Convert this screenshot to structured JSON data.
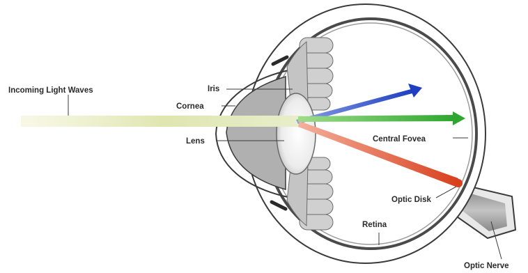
{
  "labels": {
    "incoming_light": "Incoming Light Waves",
    "iris": "Iris",
    "cornea": "Cornea",
    "lens": "Lens",
    "central_fovea": "Central Fovea",
    "optic_disk": "Optic Disk",
    "retina": "Retina",
    "optic_nerve": "Optic Nerve"
  },
  "colors": {
    "light_beam": "#dfe6b0",
    "ray_blue": "#2f4fd0",
    "ray_green": "#36b33a",
    "ray_red": "#e0553a",
    "outline": "#3a3a3a",
    "tissue": "#c8c8c8",
    "tissue_dark": "#9a9a9a",
    "cornea_fill": "#a9a9a9",
    "lens_fill": "#eeeeee"
  }
}
